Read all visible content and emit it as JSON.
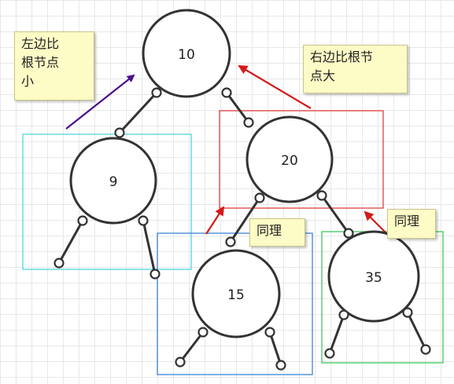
{
  "nodes": [
    {
      "id": "n10",
      "label": "10"
    },
    {
      "id": "n9",
      "label": "9"
    },
    {
      "id": "n20",
      "label": "20"
    },
    {
      "id": "n15",
      "label": "15"
    },
    {
      "id": "n35",
      "label": "35"
    }
  ],
  "notes": {
    "left": "左边比\n根节点\n小",
    "right": "右边比根节\n点大",
    "middle": "同理",
    "right_lower": "同理"
  },
  "colors": {
    "node_stroke": "#333333",
    "box_cyan": "#4fd5e0",
    "box_red": "#e04040",
    "box_blue": "#3a82d6",
    "box_green": "#3ec85a",
    "arrow_purple": "#4b0f8c",
    "arrow_red": "#d41a1a",
    "note_bg": "#fdfbc6"
  }
}
